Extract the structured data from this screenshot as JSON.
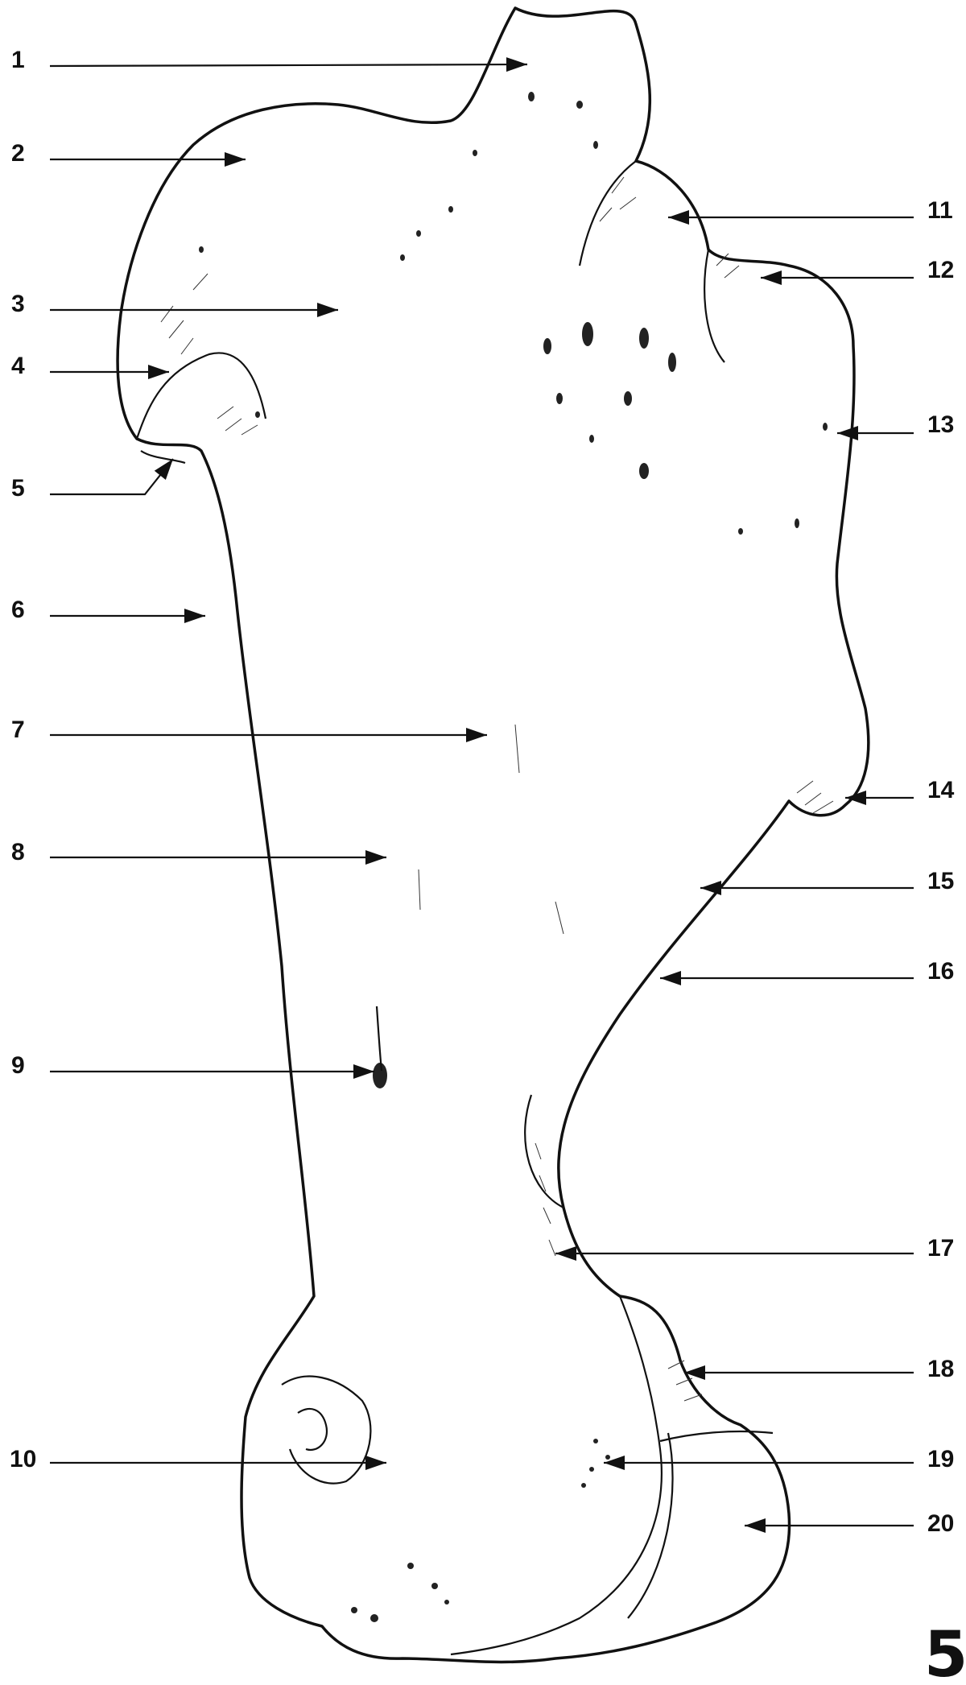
{
  "figure_number": "5",
  "labels": [
    {
      "id": "1",
      "text": "1",
      "side": "left"
    },
    {
      "id": "2",
      "text": "2",
      "side": "left"
    },
    {
      "id": "3",
      "text": "3",
      "side": "left"
    },
    {
      "id": "4",
      "text": "4",
      "side": "left"
    },
    {
      "id": "5",
      "text": "5",
      "side": "left"
    },
    {
      "id": "6",
      "text": "6",
      "side": "left"
    },
    {
      "id": "7",
      "text": "7",
      "side": "left"
    },
    {
      "id": "8",
      "text": "8",
      "side": "left"
    },
    {
      "id": "9",
      "text": "9",
      "side": "left"
    },
    {
      "id": "10",
      "text": "10",
      "side": "left"
    },
    {
      "id": "11",
      "text": "11",
      "side": "right"
    },
    {
      "id": "12",
      "text": "12",
      "side": "right"
    },
    {
      "id": "13",
      "text": "13",
      "side": "right"
    },
    {
      "id": "14",
      "text": "14",
      "side": "right"
    },
    {
      "id": "15",
      "text": "15",
      "side": "right"
    },
    {
      "id": "16",
      "text": "16",
      "side": "right"
    },
    {
      "id": "17",
      "text": "17",
      "side": "right"
    },
    {
      "id": "18",
      "text": "18",
      "side": "right"
    },
    {
      "id": "19",
      "text": "19",
      "side": "right"
    },
    {
      "id": "20",
      "text": "20",
      "side": "right"
    }
  ]
}
